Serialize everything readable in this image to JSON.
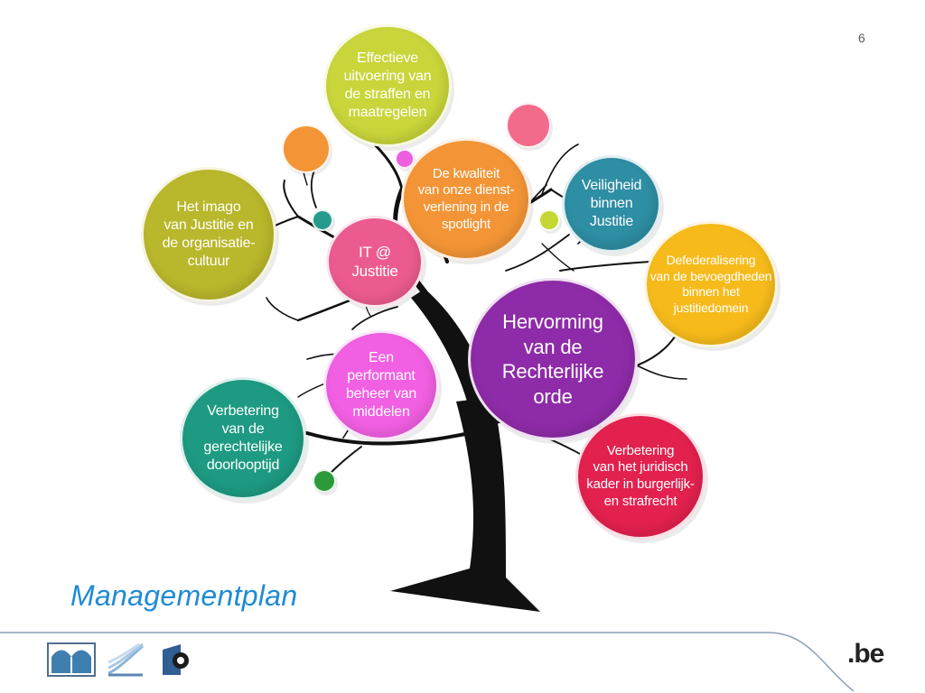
{
  "slide": {
    "page_number": "6",
    "title": "Managementplan",
    "be_logo": ".be"
  },
  "bubbles": [
    {
      "id": "effectieve",
      "text": "Effectieve\nuitvoering van\nde straffen en\nmaatregelen",
      "color": "#c9d53a"
    },
    {
      "id": "imago",
      "text": "Het imago\nvan Justitie en\nde organisatie-\ncultuur",
      "color": "#b9b72b"
    },
    {
      "id": "kwaliteit",
      "text": "De kwaliteit\nvan onze dienst-\nverlening in de\nspotlight",
      "color": "#f39536"
    },
    {
      "id": "veiligheid",
      "text": "Veiligheid\nbinnen\nJustitie",
      "color": "#2e8ea3"
    },
    {
      "id": "it",
      "text": "IT @\nJustitie",
      "color": "#ec5b8f"
    },
    {
      "id": "defederalisering",
      "text": "Defederalisering\nvan de bevoegdheden\nbinnen het\njustitiedomein",
      "color": "#f6bb1b"
    },
    {
      "id": "hervorming",
      "text": "Hervorming\nvan de\nRechterlijke\norde",
      "color": "#8e2ba8"
    },
    {
      "id": "performant",
      "text": "Een\nperformant\nbeheer van\nmiddelen",
      "color": "#f15fe2"
    },
    {
      "id": "doorlooptijd",
      "text": "Verbetering\nvan de\ngerechtelijke\ndoorlooptijd",
      "color": "#1e9a82"
    },
    {
      "id": "juridisch",
      "text": "Verbetering\nvan het juridisch\nkader in burgerlijk-\nen strafrecht",
      "color": "#e2214e"
    }
  ],
  "decor_dots": [
    {
      "name": "orange-dot",
      "color": "#f39536"
    },
    {
      "name": "pink-dot",
      "color": "#f26b8a"
    },
    {
      "name": "magenta-dot",
      "color": "#ee5fe0"
    },
    {
      "name": "teal-dot",
      "color": "#279a8e"
    },
    {
      "name": "lime-dot",
      "color": "#c6d635"
    },
    {
      "name": "green-dot",
      "color": "#2c9a3b"
    }
  ],
  "footer_logos": [
    "federal-justice-logo-icon",
    "wave-lines-logo-icon",
    "bookmark-logo-icon"
  ]
}
